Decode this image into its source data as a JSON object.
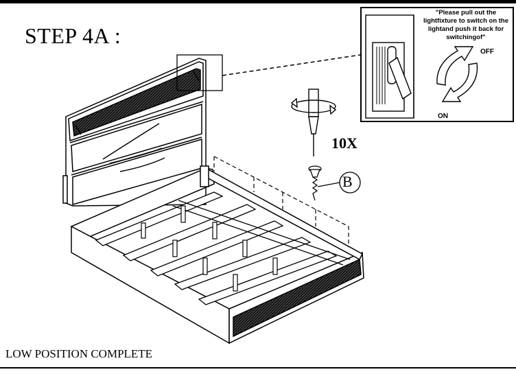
{
  "step": {
    "title": "STEP 4A :"
  },
  "caption": "LOW POSITION COMPLETE",
  "screw": {
    "quantity": "10X",
    "part_label": "B"
  },
  "inset": {
    "note": "\"Please pull out the lightfixture to switch on the lightand push it back for switchingof\"",
    "off_label": "OFF",
    "on_label": "ON"
  },
  "icons": [
    "screwdriver-icon",
    "rotate-arrow-icon",
    "screw-icon",
    "light-fixture-icon",
    "switch-arrows-icon"
  ]
}
